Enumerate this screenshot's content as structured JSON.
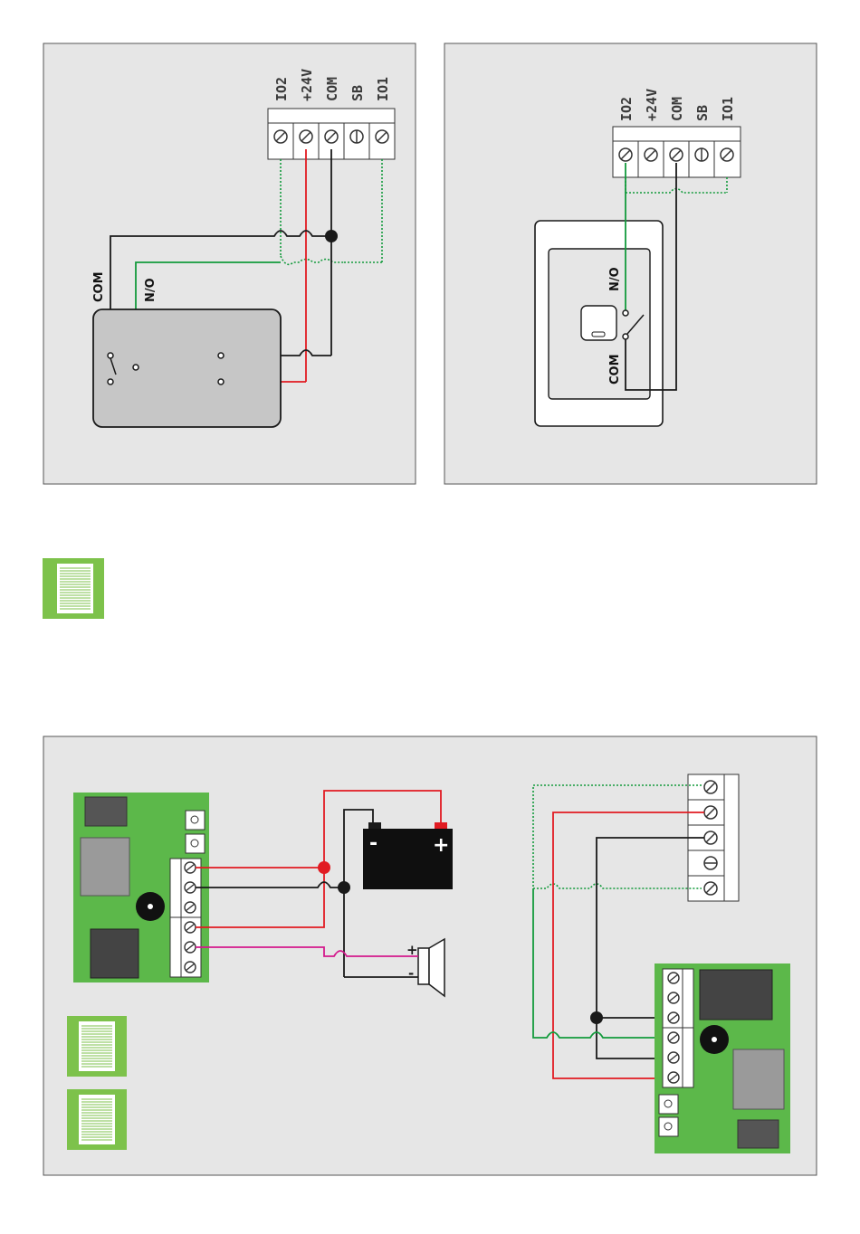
{
  "colors": {
    "panel_bg": "#e6e6e6",
    "panel_border": "#555555",
    "wire_red": "#e11b22",
    "wire_black": "#1a1a1a",
    "wire_green": "#139a3c",
    "wire_magenta": "#d4198c",
    "pcb_green": "#5cb84a",
    "icon_green": "#7dc24b",
    "device_gray": "#c6c6c6",
    "battery_black": "#0f0f0f"
  },
  "terminal_labels": [
    "IO2",
    "+24V",
    "COM",
    "SB",
    "IO1"
  ],
  "relay_panel": {
    "com_label": "COM",
    "no_label": "N/O"
  },
  "switch_panel": {
    "no_label": "N/O",
    "com_label": "COM"
  },
  "battery": {
    "minus_label": "-",
    "plus_label": "+"
  },
  "siren": {
    "plus_label": "+",
    "minus_label": "-"
  },
  "icons": [
    "document-icon",
    "document-icon",
    "document-icon"
  ]
}
